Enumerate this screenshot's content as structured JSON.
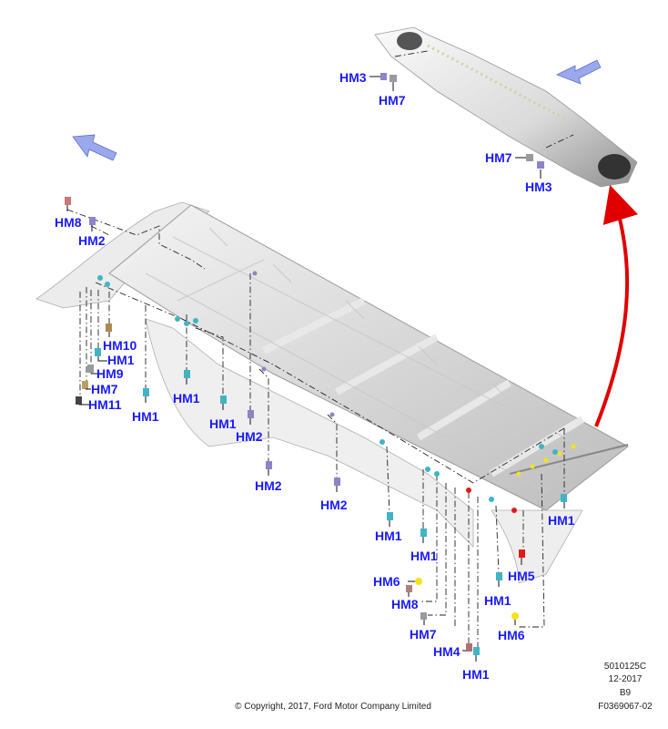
{
  "labels": {
    "hm1": "HM1",
    "hm2": "HM2",
    "hm3": "HM3",
    "hm4": "HM4",
    "hm5": "HM5",
    "hm6": "HM6",
    "hm7": "HM7",
    "hm8": "HM8",
    "hm9": "HM9",
    "hm10": "HM10",
    "hm11": "HM11"
  },
  "footer": {
    "ref_code": "5010125C",
    "date": "12-2017",
    "revision": "B9",
    "figure_id": "F0369067-02",
    "copyright": "© Copyright, 2017, Ford Motor Company Limited"
  },
  "colors": {
    "label": "#1a1aff",
    "view_arrow": "#9aa8ee",
    "link_arrow": "#e00000",
    "clip_teal": "#3fb5c4",
    "clip_yellow": "#f2e31c",
    "clip_red": "#e11a1a",
    "clip_grey": "#9a9a9a",
    "clip_purple": "#8c84c9",
    "clip_dark": "#444444"
  }
}
